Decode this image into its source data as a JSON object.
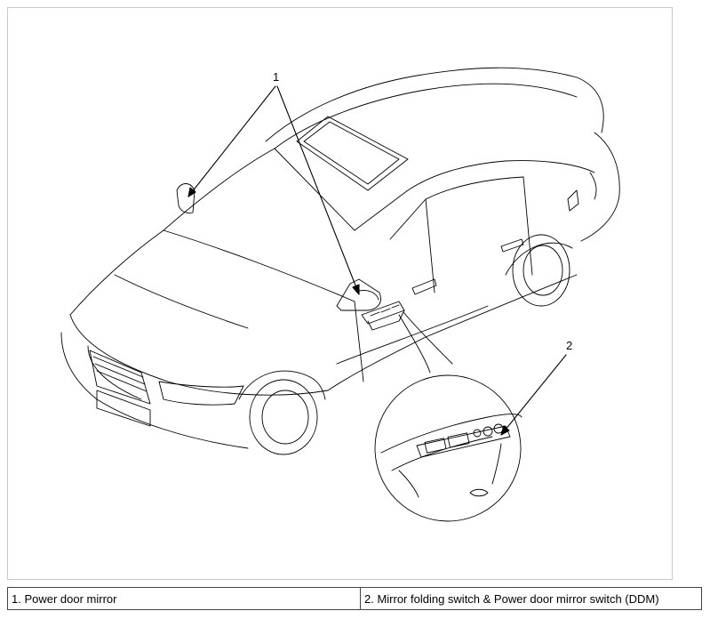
{
  "diagram": {
    "callouts": [
      {
        "id": "1"
      },
      {
        "id": "2"
      }
    ]
  },
  "legend": {
    "items": [
      {
        "text": "1. Power door mirror"
      },
      {
        "text": "2. Mirror folding switch & Power door mirror switch (DDM)"
      }
    ]
  },
  "colors": {
    "line": "#000000",
    "frame": "#c8c8c8",
    "table_border": "#444444"
  }
}
